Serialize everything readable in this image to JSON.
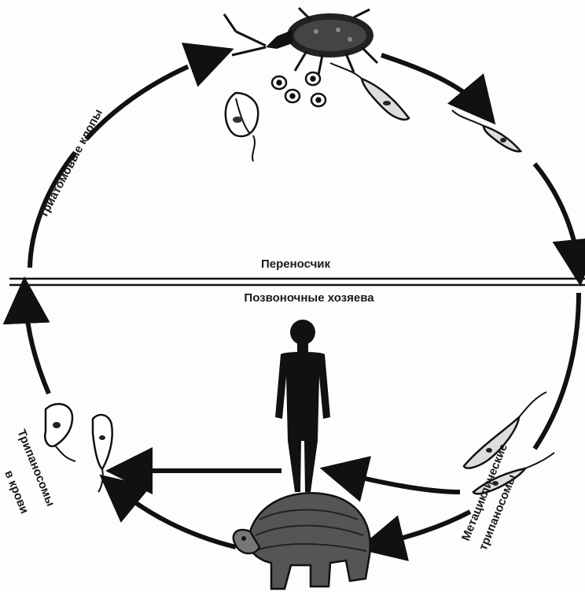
{
  "labels": {
    "vector_bugs": "Триатомовые клопы",
    "vector": "Переносчик",
    "vertebrate_hosts": "Позвоночные хозяева",
    "metacyclic_line1": "Метациклические",
    "metacyclic_line2": "трипаносомы",
    "blood_line1": "Трипаносомы",
    "blood_line2": "в крови"
  },
  "colors": {
    "ink": "#111111",
    "paper": "#fdfdfd"
  },
  "icons": [
    "triatomine-bug-icon",
    "trypanosome-icon",
    "human-silhouette-icon",
    "armadillo-icon",
    "arrow-icon"
  ]
}
